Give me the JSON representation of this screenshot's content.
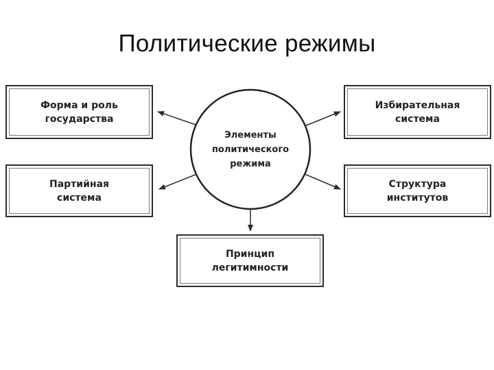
{
  "title": "Политические режимы",
  "diagram": {
    "center": "Элементы\nполитического\nрежима",
    "boxes": {
      "top_left": "Форма и роль\nгосударства",
      "top_right": "Избирательная\nсистема",
      "mid_left": "Партийная\nсистема",
      "mid_right": "Структура\nинститутов",
      "bottom": "Принцип\nлегитимности"
    }
  }
}
